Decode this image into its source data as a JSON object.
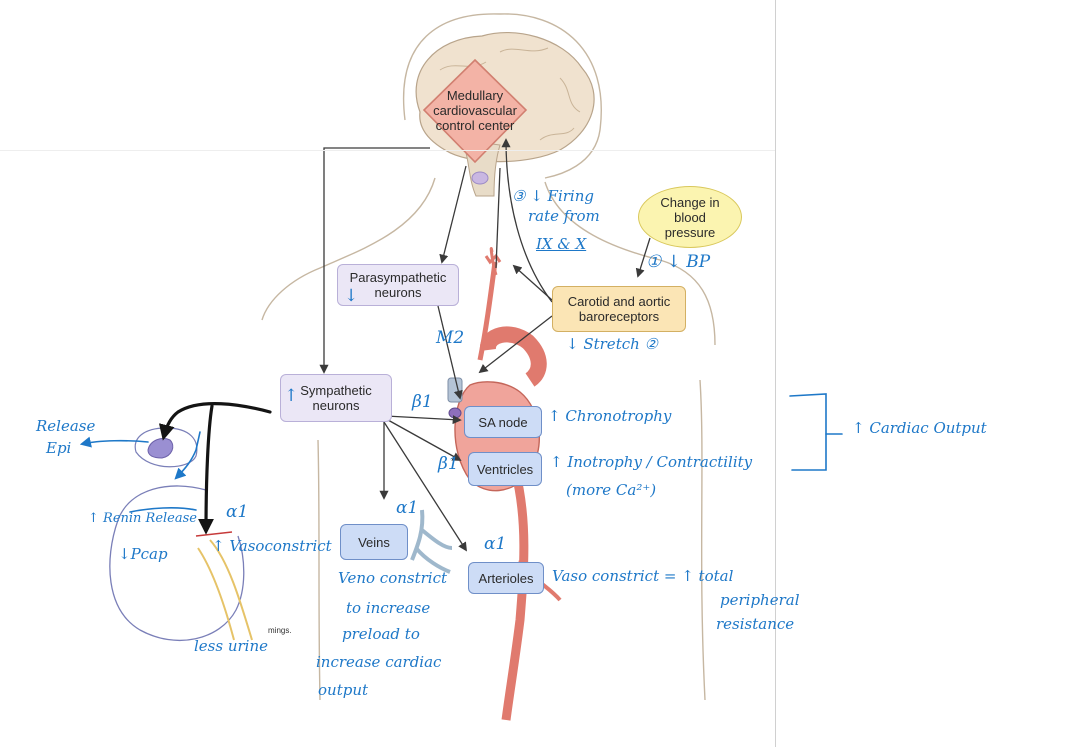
{
  "printed": {
    "medullary": [
      "Medullary",
      "cardiovascular",
      "control center"
    ],
    "change_bp": [
      "Change in",
      "blood",
      "pressure"
    ],
    "baroreceptors": [
      "Carotid and aortic",
      "baroreceptors"
    ],
    "parasympathetic": [
      "Parasympathetic",
      "neurons"
    ],
    "sympathetic": [
      "Sympathetic",
      "neurons"
    ],
    "sa_node": "SA node",
    "ventricles": "Ventricles",
    "veins": "Veins",
    "arterioles": "Arterioles",
    "credit_fragment": "mings."
  },
  "notes": {
    "step3": [
      "③ ↓ Firing",
      "rate from",
      "IX & X"
    ],
    "step1": "① ↓ BP",
    "step2": "↓ Stretch ②",
    "m2": "M2",
    "beta1_sa": "β1",
    "beta1_vent": "β1",
    "alpha1_veins": "α1",
    "alpha1_arterioles": "α1",
    "alpha1_kidney": "α1",
    "chronotrophy": "↑ Chronotrophy",
    "inotrophy": "↑ Inotrophy / Contractility",
    "more_ca": "(more Ca²⁺)",
    "cardiac_output": "↑ Cardiac Output",
    "release_epi": [
      "Release",
      "Epi"
    ],
    "renin": "↑ Renin Release",
    "pcap": "↓Pcap",
    "vasoconstrict_kidney": "↑ Vasoconstrict",
    "less_urine": "less urine",
    "veno": [
      "Veno constrict",
      "to increase",
      "preload to",
      "increase cardiac",
      "output"
    ],
    "vaso_arterioles": "Vaso constrict = ↑ total",
    "tpr": [
      "peripheral",
      "resistance"
    ],
    "para_down": "↓",
    "symp_up": "↑"
  },
  "colors": {
    "ink_blue": "#1e78c8",
    "ink_black": "#141414",
    "arrow_gray": "#3a3a3a",
    "medulla_fill": "#f3b3a6",
    "vessel_red": "#e07a6e"
  }
}
